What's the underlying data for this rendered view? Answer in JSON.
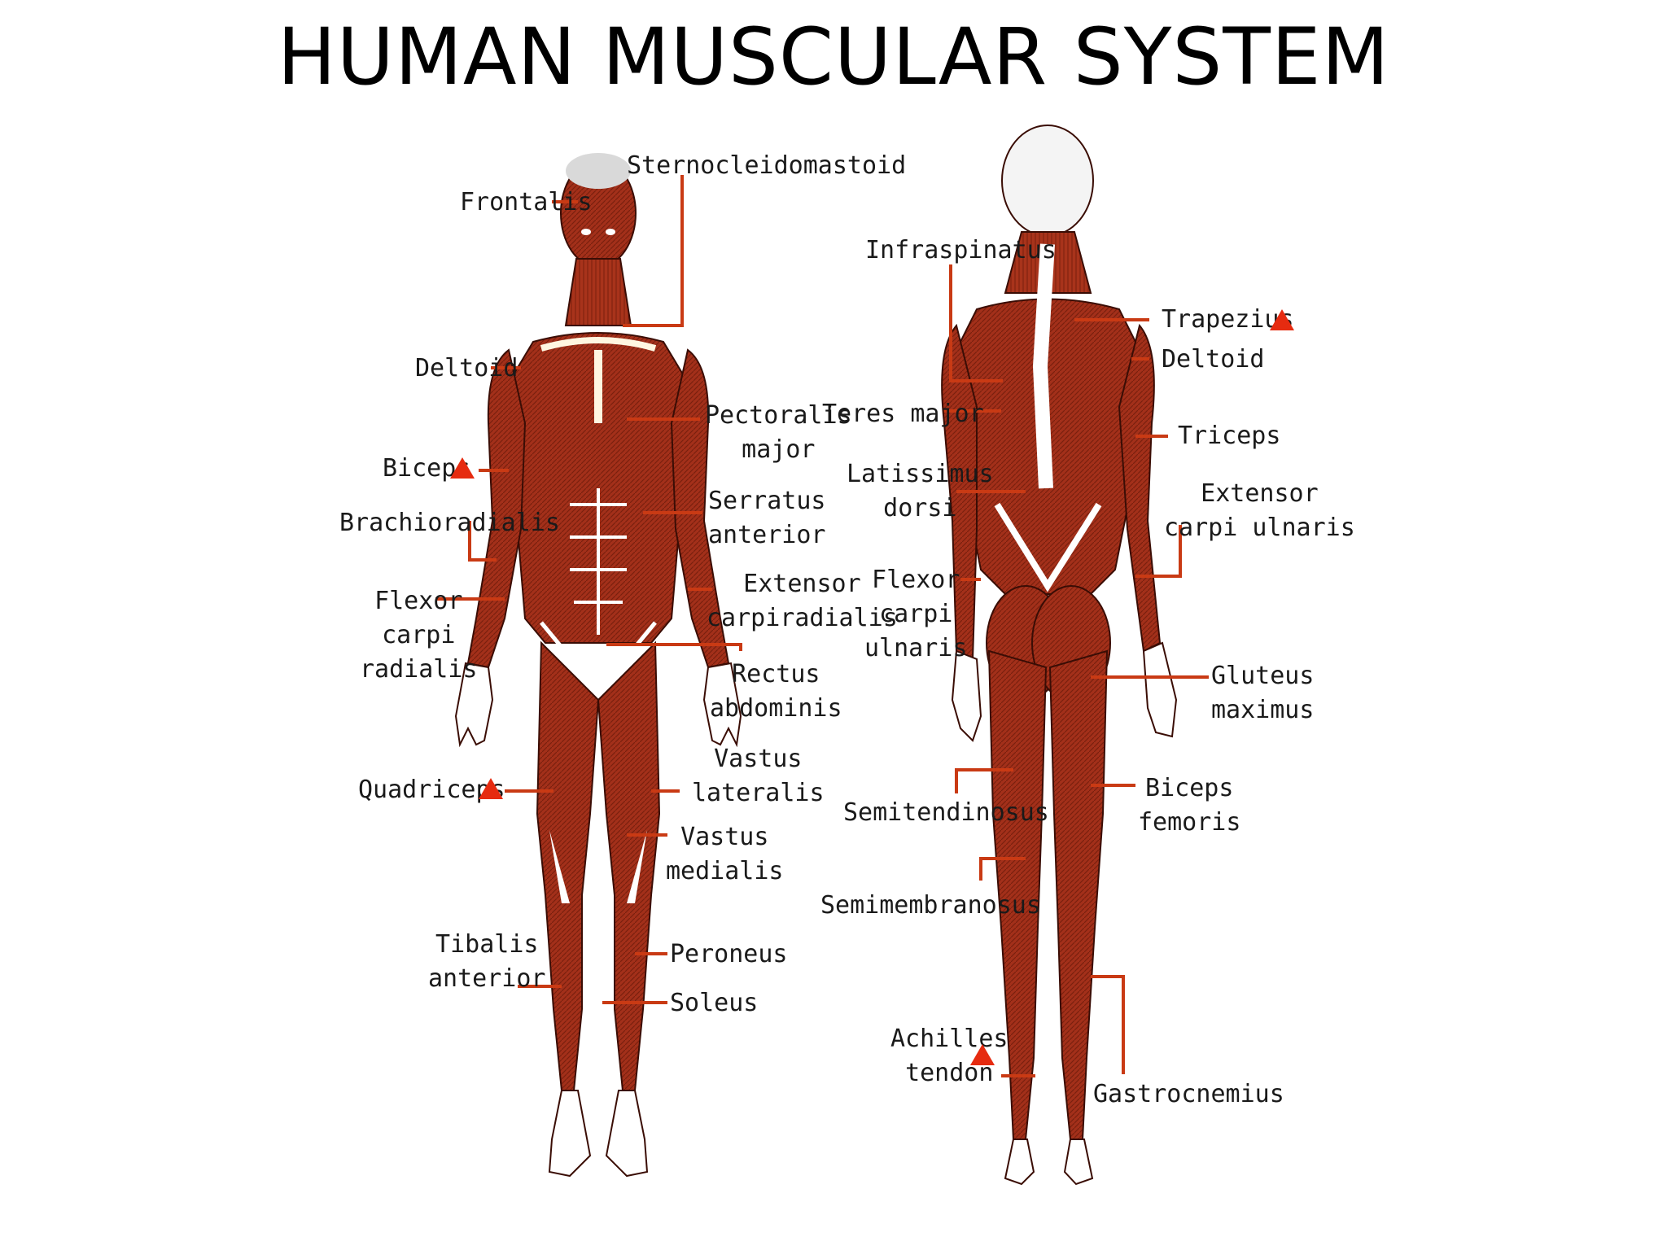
{
  "title": "HUMAN MUSCULAR SYSTEM",
  "colors": {
    "muscle": "#9b2a12",
    "muscle_light": "#c4492a",
    "leader": "#c93a14",
    "marker": "#e62b10"
  },
  "front_view": {
    "labels": {
      "sternocleidomastoid": "Sternocleidomastoid",
      "frontalis": "Frontalis",
      "deltoid": "Deltoid",
      "pectoralis": [
        "Pectoralis",
        "major"
      ],
      "biceps": "Biceps",
      "brachioradialis": "Brachioradialis",
      "serratus": [
        "Serratus",
        "anterior"
      ],
      "extensor": [
        "Extensor",
        "carpiradialis"
      ],
      "flexor": [
        "Flexor",
        "carpi",
        "radialis"
      ],
      "rectus": [
        "Rectus",
        "abdominis"
      ],
      "vastus_lateralis": [
        "Vastus",
        "lateralis"
      ],
      "quadriceps": "Quadriceps",
      "vastus_medialis": [
        "Vastus",
        "medialis"
      ],
      "tibialis": [
        "Tibalis",
        "anterior"
      ],
      "peroneus": "Peroneus",
      "soleus": "Soleus"
    }
  },
  "back_view": {
    "labels": {
      "infraspinatus": "Infraspinatus",
      "trapezius": "Trapezius",
      "deltoid": "Deltoid",
      "teres_major": "Teres major",
      "triceps": "Triceps",
      "latissimus": [
        "Latissimus",
        "dorsi"
      ],
      "extensor": [
        "Extensor",
        "carpi ulnaris"
      ],
      "flexor": [
        "Flexor",
        "carpi",
        "ulnaris"
      ],
      "gluteus": [
        "Gluteus",
        "maximus"
      ],
      "biceps_femoris": [
        "Biceps",
        "femoris"
      ],
      "semitendinosus": "Semitendinosus",
      "semimembranosus": "Semimembranosus",
      "achilles": [
        "Achilles",
        "tendon"
      ],
      "gastrocnemius": "Gastrocnemius"
    }
  },
  "marker_icon": "red-triangle-icon"
}
